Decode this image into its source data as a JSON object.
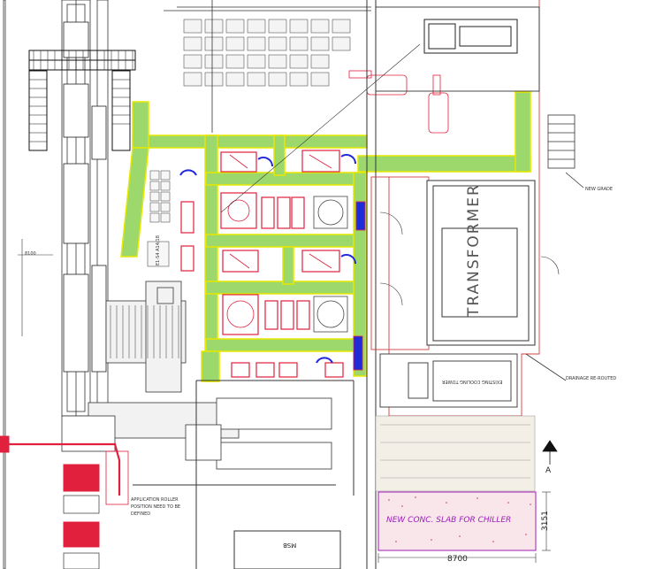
{
  "drawing": {
    "labels": {
      "transformer": "TRANSFORMER",
      "new_slab": "NEW CONC. SLAB FOR CHILLER",
      "dim_width": "8700",
      "dim_height": "3151",
      "section_mark": "A",
      "msb": "MSB",
      "cooling_tower": "EXISTING COOLING TOWER",
      "drainage": "DRAINAGE RE-ROUTED",
      "new_label": "NEW GRADE",
      "left_dim": "8100",
      "roller_note_1": "APPLICATION ROLLER",
      "roller_note_2": "POSITION NEED TO BE",
      "roller_note_3": "DEFINED",
      "equip_tag": "E1-S4 A14/18"
    },
    "colors": {
      "walkway": "#9cd86b",
      "walkway_edge": "#e8e800",
      "machine": "#e0203c",
      "robot": "#1f2ad8",
      "slab": "#b040c0",
      "boundary": "#d04040",
      "linework": "#222222"
    }
  }
}
